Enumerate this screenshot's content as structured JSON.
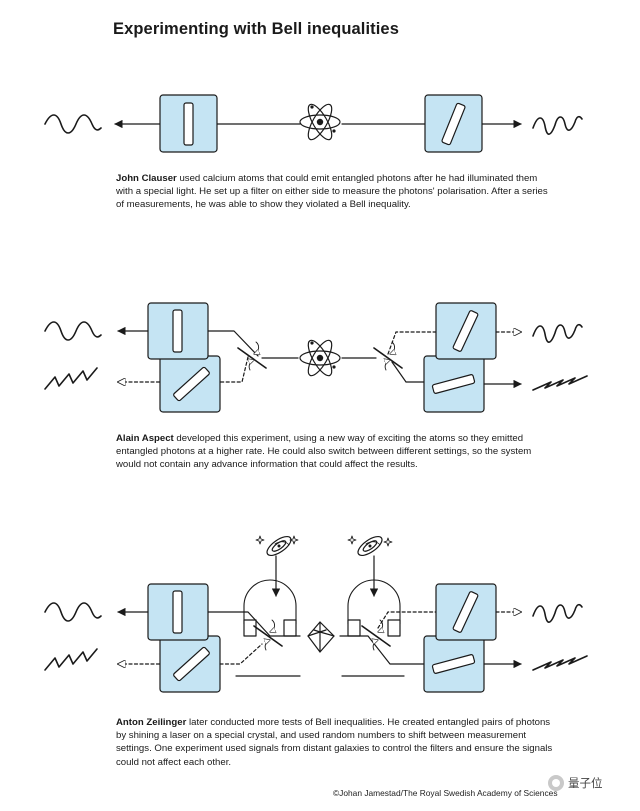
{
  "title": "Experimenting with Bell inequalities",
  "experiments": [
    {
      "name": "John Clauser",
      "text": " used calcium atoms that could emit entangled photons after he had illuminated them with a special light. He set up a filter on either side to measure the photons' polarisation. After a series of measurements, he was able to show they violated a Bell inequality."
    },
    {
      "name": "Alain Aspect",
      "text": " developed this experiment, using a new way of exciting the atoms so they emitted entangled photons at a higher rate. He could also switch between different settings, so the system would not contain any advance information that could affect the results."
    },
    {
      "name": "Anton Zeilinger",
      "text": " later conducted more tests of Bell inequalities. He created entangled pairs of photons by shining a laser on a special crystal, and used random numbers to shift between measurement settings. One experiment used signals from distant galaxies to control the filters and ensure the signals could not affect each other."
    }
  ],
  "credit": "©Johan Jamestad/The Royal Swedish Academy of Sciences",
  "watermark": "量子位",
  "colors": {
    "filter_fill": "#c5e4f3",
    "stroke": "#1a1a1a",
    "background": "#ffffff"
  },
  "icons": [
    "atom-icon",
    "crystal-icon",
    "galaxy-icon",
    "wave-icon",
    "arrow-icon",
    "switch-icon",
    "filter-icon"
  ]
}
